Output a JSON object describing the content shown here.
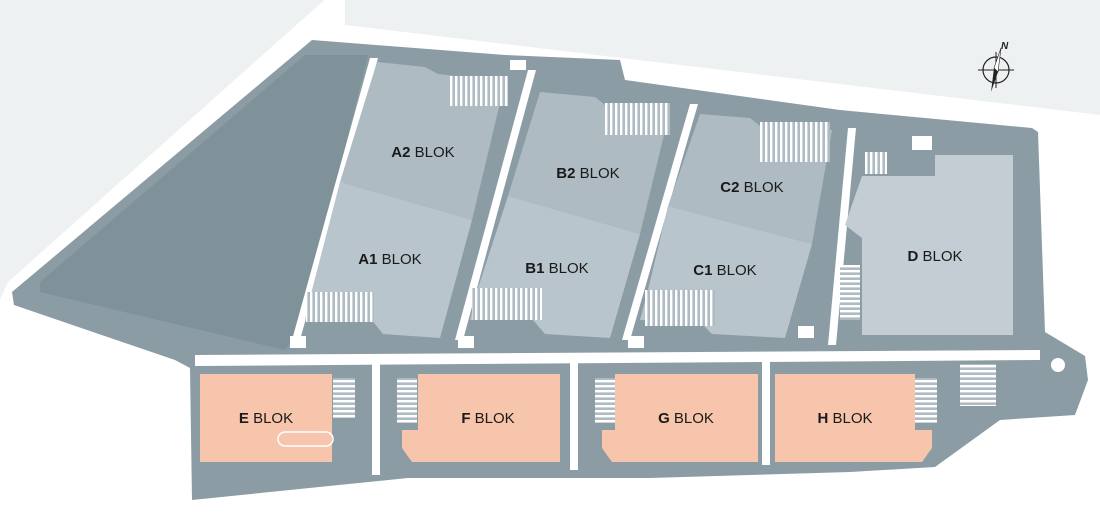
{
  "colors": {
    "background": "#eef1f2",
    "road": "#ffffff",
    "site": "#8b9ca4",
    "site_dark": "#7f9199",
    "building": "#b9c5cc",
    "building_alt": "#aebbc3",
    "building_light": "#c3cdd3",
    "building_highlight": "#f7c5ab",
    "hatch": "#ffffff"
  },
  "compass": {
    "label": "N",
    "icon": "north-arrow-icon"
  },
  "blocks": [
    {
      "id": "a2",
      "code": "A2",
      "word": "BLOK",
      "highlighted": false
    },
    {
      "id": "a1",
      "code": "A1",
      "word": "BLOK",
      "highlighted": false
    },
    {
      "id": "b2",
      "code": "B2",
      "word": "BLOK",
      "highlighted": false
    },
    {
      "id": "b1",
      "code": "B1",
      "word": "BLOK",
      "highlighted": false
    },
    {
      "id": "c2",
      "code": "C2",
      "word": "BLOK",
      "highlighted": false
    },
    {
      "id": "c1",
      "code": "C1",
      "word": "BLOK",
      "highlighted": false
    },
    {
      "id": "d",
      "code": "D",
      "word": "BLOK",
      "highlighted": false
    },
    {
      "id": "e",
      "code": "E",
      "word": "BLOK",
      "highlighted": true
    },
    {
      "id": "f",
      "code": "F",
      "word": "BLOK",
      "highlighted": true
    },
    {
      "id": "g",
      "code": "G",
      "word": "BLOK",
      "highlighted": true
    },
    {
      "id": "h",
      "code": "H",
      "word": "BLOK",
      "highlighted": true
    }
  ]
}
